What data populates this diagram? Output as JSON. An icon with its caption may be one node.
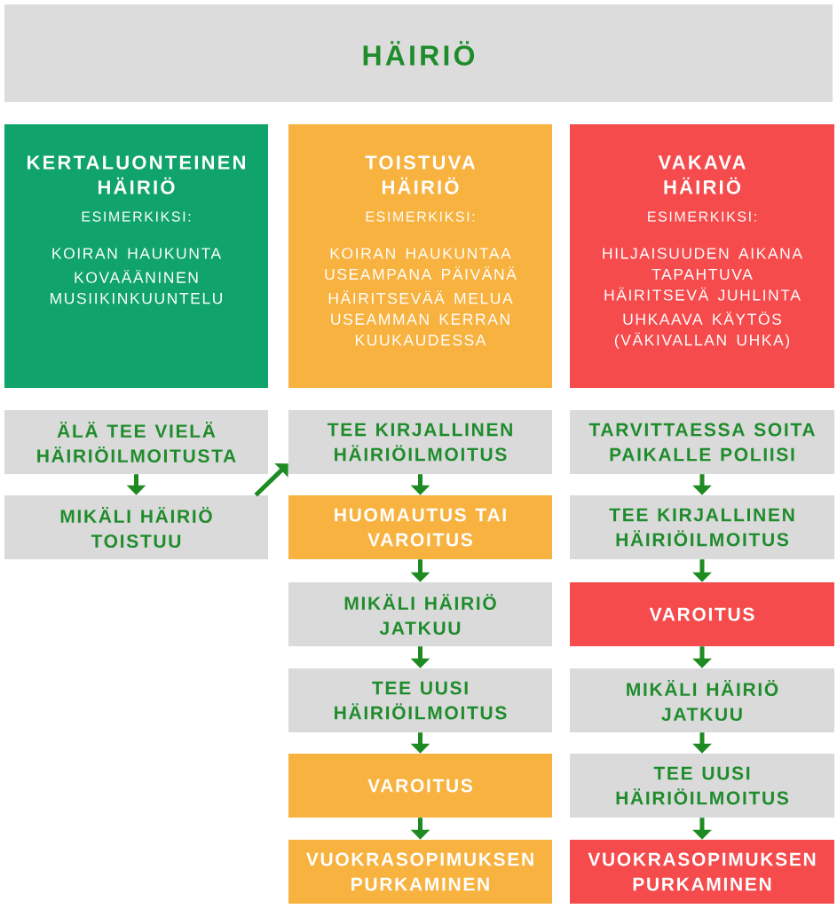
{
  "diagram": {
    "nodes": [
      {
        "text": [
          "HÄIRIÖ"
        ]
      },
      {
        "text": [
          "KERTALUONTEINEN HÄIRIÖ",
          "ESIMERKIKSI:",
          "KOIRAN HAUKUNTA",
          "KOVAÄÄNINEN MUSIIKINKUUNTELU"
        ]
      },
      {
        "text": [
          "TOISTUVA HÄIRIÖ",
          "ESIMERKIKSI:",
          "KOIRAN HAUKUNTAA USEAMPANA PÄIVÄNÄ",
          "HÄIRITSEVÄÄ MELUA USEAMMAN KERRAN KUUKAUDESSA"
        ]
      },
      {
        "text": [
          "VAKAVA HÄIRIÖ",
          "ESIMERKIKSI:",
          "HILJAISUUDEN AIKANA TAPAHTUVA HÄIRITSEVÄ JUHLINTA",
          "UHKAAVA KÄYTÖS (VÄKIVALLAN UHKA)"
        ]
      },
      {
        "text": [
          "ÄLÄ TEE VIELÄ HÄIRIÖILMOITUSTA"
        ]
      },
      {
        "text": [
          "MIKÄLI HÄIRIÖ TOISTUU"
        ]
      },
      {
        "text": [
          "TEE KIRJALLINEN HÄIRIÖILMOITUS"
        ]
      },
      {
        "text": [
          "HUOMAUTUS TAI VAROITUS"
        ]
      },
      {
        "text": [
          "MIKÄLI HÄIRIÖ JATKUU"
        ]
      },
      {
        "text": [
          "TEE UUSI HÄIRIÖILMOITUS"
        ]
      },
      {
        "text": [
          "VAROITUS"
        ]
      },
      {
        "text": [
          "VUOKRASOPIMUKSEN PURKAMINEN"
        ]
      },
      {
        "text": [
          "TARVITTAESSA SOITA PAIKALLE POLIISI"
        ]
      },
      {
        "text": [
          "TEE KIRJALLINEN HÄIRIÖILMOITUS"
        ]
      },
      {
        "text": [
          "VAROITUS"
        ]
      },
      {
        "text": [
          "MIKÄLI HÄIRIÖ JATKUU"
        ]
      },
      {
        "text": [
          "TEE UUSI HÄIRIÖILMOITUS"
        ]
      },
      {
        "text": [
          "VUOKRASOPIMUKSEN PURKAMINEN"
        ]
      }
    ],
    "edges": [
      {
        "from": 4,
        "to": 5,
        "arrow": "to"
      },
      {
        "from": 5,
        "to": 6,
        "arrow": "to"
      },
      {
        "from": 6,
        "to": 7,
        "arrow": "to"
      },
      {
        "from": 7,
        "to": 8,
        "arrow": "to"
      },
      {
        "from": 8,
        "to": 9,
        "arrow": "to"
      },
      {
        "from": 9,
        "to": 10,
        "arrow": "to"
      },
      {
        "from": 10,
        "to": 11,
        "arrow": "to"
      },
      {
        "from": 12,
        "to": 13,
        "arrow": "to"
      },
      {
        "from": 13,
        "to": 14,
        "arrow": "to"
      },
      {
        "from": 14,
        "to": 15,
        "arrow": "to"
      },
      {
        "from": 15,
        "to": 16,
        "arrow": "to"
      },
      {
        "from": 16,
        "to": 17,
        "arrow": "to"
      }
    ]
  }
}
